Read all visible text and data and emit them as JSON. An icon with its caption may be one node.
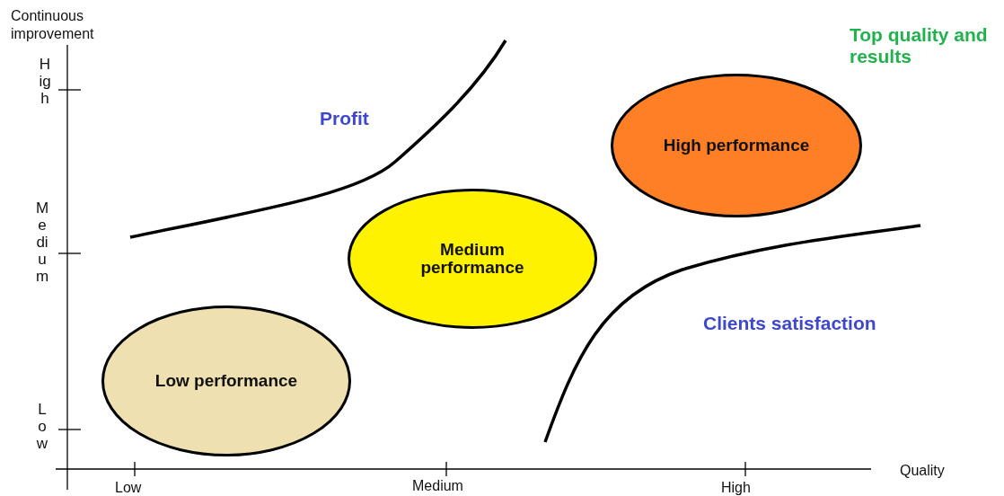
{
  "diagram": {
    "nodes": [
      {
        "text": [
          "High performance"
        ]
      },
      {
        "text": [
          "Medium performance"
        ]
      },
      {
        "text": [
          "Low performance"
        ]
      }
    ],
    "labels": [
      "Continuous improvement",
      "Top quality and results",
      "High",
      "Profit",
      "Medium",
      "Clients satisfaction",
      "Low",
      "Low",
      "Medium",
      "High",
      "Quality"
    ]
  }
}
